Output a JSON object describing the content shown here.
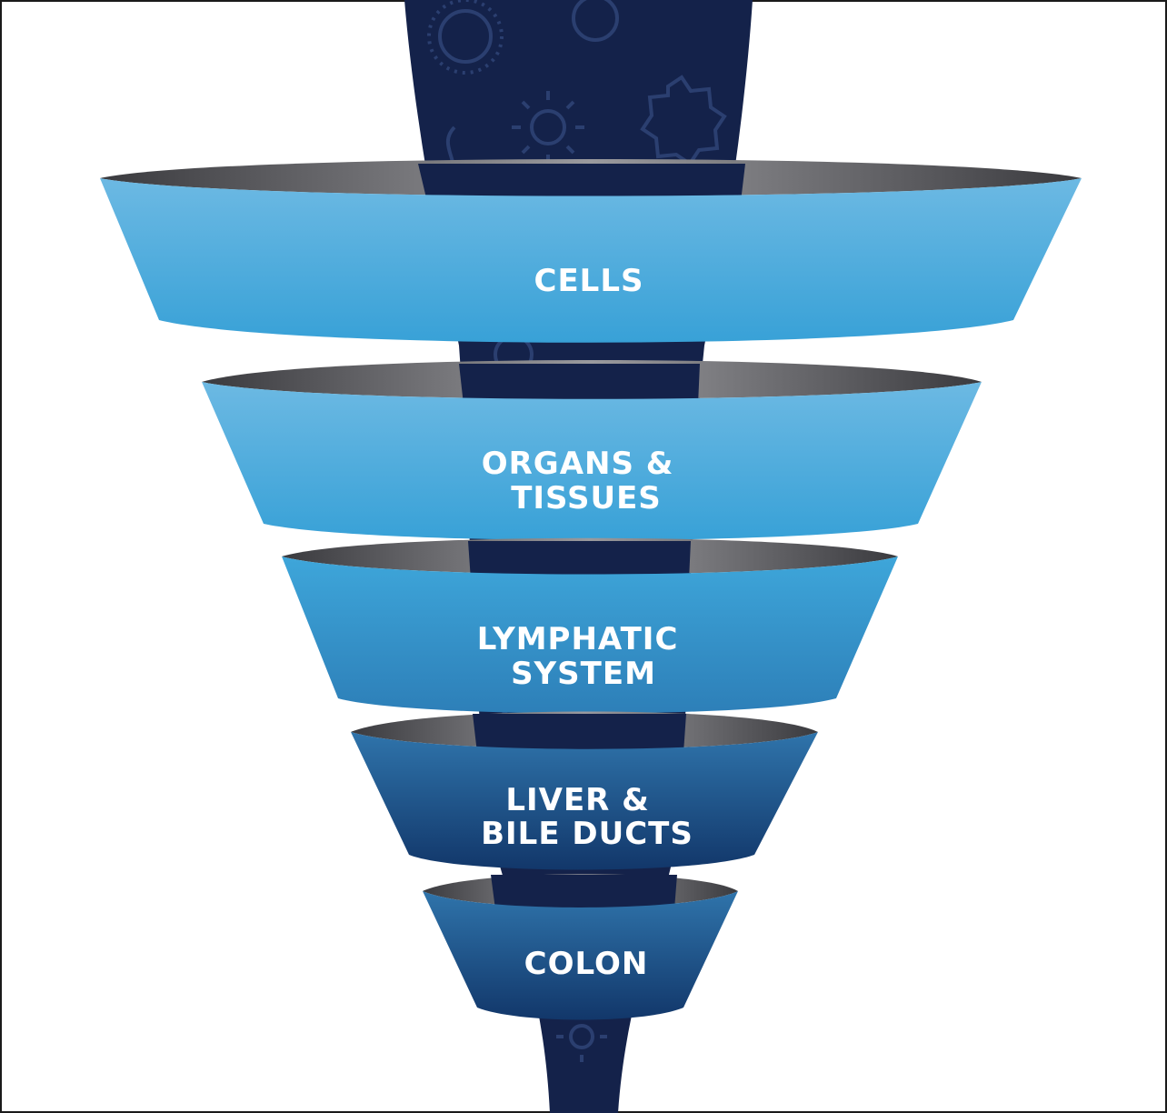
{
  "colors": {
    "background": "#ffffff",
    "border": "#1a1a1a",
    "stream": "#14224a",
    "stream_pattern": "#2a3d6e",
    "band_light_top": "#67b6e2",
    "band_light_bottom": "#3aa3d8",
    "band_dark_top": "#2e6fa6",
    "band_dark_bottom": "#13386a",
    "rim_dark": "#3a3a3e",
    "rim_light": "#8e8e92"
  },
  "tiers": [
    {
      "lines": [
        "CELLS"
      ],
      "shade": "light"
    },
    {
      "lines": [
        "ORGANS &",
        "TISSUES"
      ],
      "shade": "light"
    },
    {
      "lines": [
        "LYMPHATIC",
        "SYSTEM"
      ],
      "shade": "light"
    },
    {
      "lines": [
        "LIVER &",
        "BILE DUCTS"
      ],
      "shade": "dark"
    },
    {
      "lines": [
        "COLON"
      ],
      "shade": "dark"
    }
  ],
  "icons": [
    "virus-icon",
    "bacteria-icon",
    "cell-icon"
  ]
}
